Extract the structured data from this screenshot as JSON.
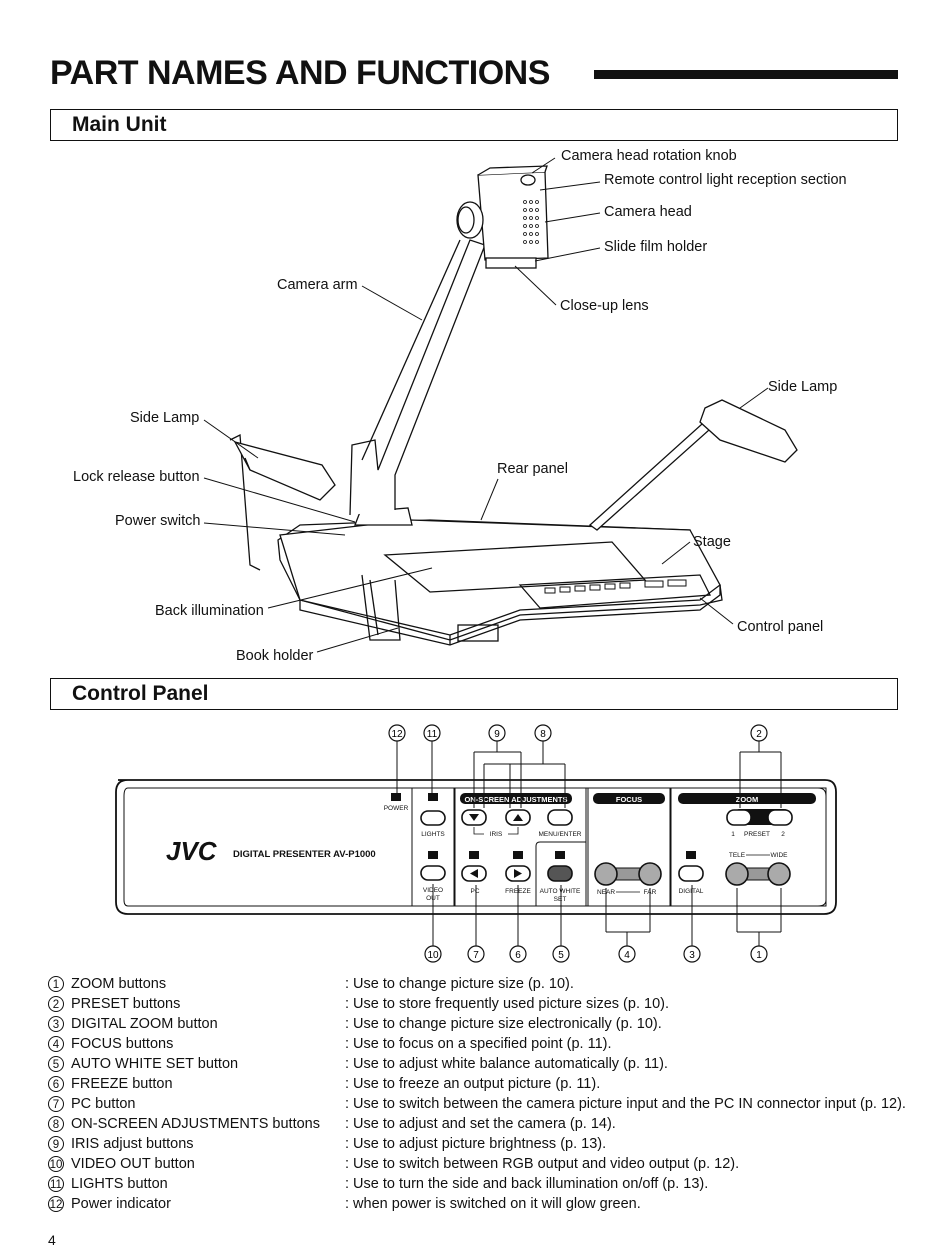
{
  "title": "PART NAMES AND FUNCTIONS",
  "sections": {
    "main_unit": "Main Unit",
    "control_panel": "Control Panel"
  },
  "main_unit_callouts": {
    "camera_head_rotation_knob": "Camera head rotation knob",
    "remote_control_light_reception_section": "Remote control light reception section",
    "camera_head": "Camera head",
    "slide_film_holder": "Slide film holder",
    "camera_arm": "Camera arm",
    "close_up_lens": "Close-up lens",
    "side_lamp_right": "Side Lamp",
    "side_lamp_left": "Side Lamp",
    "lock_release_button": "Lock release button",
    "rear_panel": "Rear panel",
    "power_switch": "Power switch",
    "stage": "Stage",
    "back_illumination": "Back illumination",
    "control_panel": "Control panel",
    "book_holder": "Book holder"
  },
  "control_panel": {
    "brand": "JVC",
    "model": "DIGITAL PRESENTER AV-P1000",
    "power": "POWER",
    "lights": "LIGHTS",
    "video_out_1": "VIDEO",
    "video_out_2": "OUT",
    "osa_header": "ON-SCREEN ADJUSTMENTS",
    "iris": "IRIS",
    "menu_enter": "MENU/ENTER",
    "pc": "PC",
    "freeze": "FREEZE",
    "auto_white_1": "AUTO WHITE",
    "auto_white_2": "SET",
    "focus_header": "FOCUS",
    "near": "NEAR",
    "far": "FAR",
    "digital": "DIGITAL",
    "zoom_header": "ZOOM",
    "preset_1": "1",
    "preset": "PRESET",
    "preset_2": "2",
    "tele": "TELE",
    "wide": "WIDE",
    "callout_numbers_top": [
      "12",
      "11",
      "9",
      "8",
      "2"
    ],
    "callout_numbers_bottom": [
      "10",
      "7",
      "6",
      "5",
      "4",
      "3",
      "1"
    ]
  },
  "legend": [
    {
      "num": "1",
      "name": "ZOOM buttons",
      "desc": ": Use to change picture size (p. 10)."
    },
    {
      "num": "2",
      "name": "PRESET buttons",
      "desc": ": Use to store frequently used picture sizes (p. 10)."
    },
    {
      "num": "3",
      "name": "DIGITAL ZOOM button",
      "desc": ": Use to change picture size electronically (p. 10)."
    },
    {
      "num": "4",
      "name": "FOCUS buttons",
      "desc": ": Use to focus on a specified point (p. 11)."
    },
    {
      "num": "5",
      "name": "AUTO WHITE SET button",
      "desc": ": Use to adjust white balance automatically (p. 11)."
    },
    {
      "num": "6",
      "name": "FREEZE button",
      "desc": ": Use to freeze an output picture (p. 11)."
    },
    {
      "num": "7",
      "name": "PC button",
      "desc": ": Use to switch between the camera picture input and the PC IN connector input (p. 12)."
    },
    {
      "num": "8",
      "name": "ON-SCREEN ADJUSTMENTS buttons",
      "desc": ": Use to adjust and set the camera (p. 14)."
    },
    {
      "num": "9",
      "name": "IRIS adjust buttons",
      "desc": ": Use to adjust picture brightness (p. 13)."
    },
    {
      "num": "10",
      "name": "VIDEO OUT button",
      "desc": ": Use to switch between RGB output and video output (p. 12)."
    },
    {
      "num": "11",
      "name": "LIGHTS button",
      "desc": ": Use to turn the side and back illumination on/off (p. 13)."
    },
    {
      "num": "12",
      "name": "Power indicator",
      "desc": ": when power is switched on it will glow green."
    }
  ],
  "page_number": "4"
}
